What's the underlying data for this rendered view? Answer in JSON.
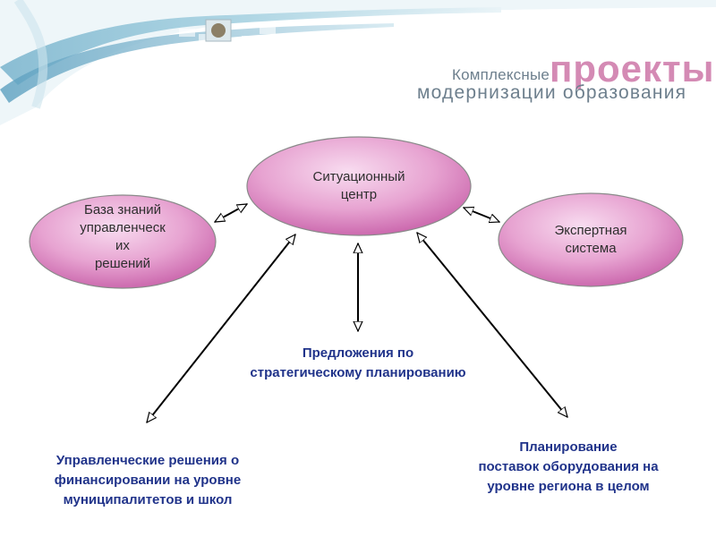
{
  "header": {
    "brand_small": "Комплексные",
    "brand_big": "проекты",
    "brand_line2": "модернизации образования"
  },
  "nodes": {
    "center": "Ситуационный\nцентр",
    "left": "База знаний\nуправленческ\nих\nрешений",
    "right": "Экспертная\nсистема"
  },
  "captions": {
    "middle": "Предложения по\nстратегическому планированию",
    "bottom_left": "Управленческие решения о\nфинансировании на уровне\nмуниципалитетов и школ",
    "bottom_right": "Планирование\nпоставок оборудования на\nуровне региона в целом"
  },
  "colors": {
    "ellipse_fill_light": "#f6d3ec",
    "ellipse_fill_dark": "#c75fa8",
    "caption_text": "#20338a",
    "brand_gray": "#6d7f8d",
    "brand_pink": "#d48ab4"
  }
}
